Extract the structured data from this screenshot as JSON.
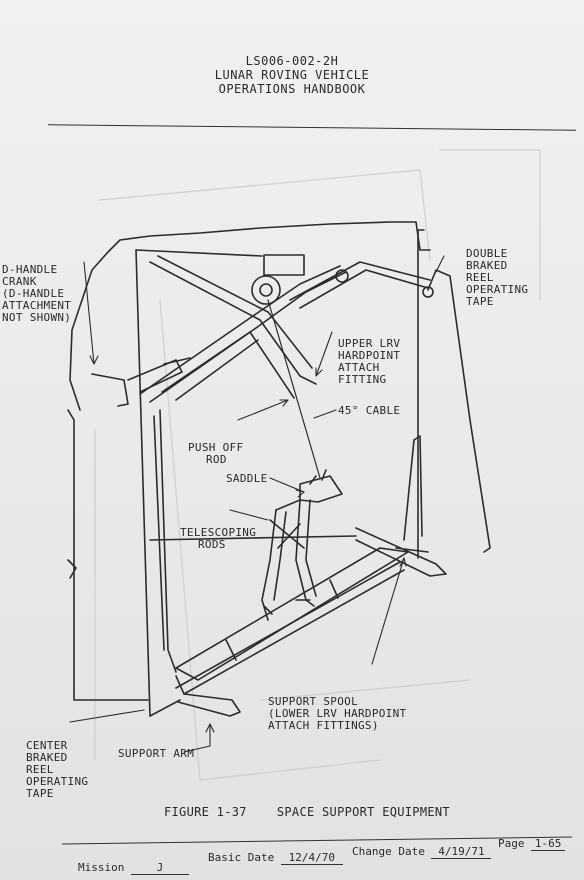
{
  "header": {
    "doc_number": "LS006-002-2H",
    "title_line1": "LUNAR ROVING VEHICLE",
    "title_line2": "OPERATIONS HANDBOOK"
  },
  "callouts": {
    "d_handle": [
      "D-HANDLE",
      "CRANK",
      "(D-HANDLE",
      "ATTACHMENT",
      "NOT SHOWN)"
    ],
    "double_tape": [
      "DOUBLE",
      "BRAKED",
      "REEL",
      "OPERATING",
      "TAPE"
    ],
    "upper_hardpoint": [
      "UPPER LRV",
      "HARDPOINT",
      "ATTACH",
      "FITTING"
    ],
    "push_off_rod": [
      "PUSH OFF",
      "ROD"
    ],
    "cable": "45° CABLE",
    "saddle": "SADDLE",
    "telescoping": [
      "TELESCOPING",
      "RODS"
    ],
    "support_spool": [
      "SUPPORT SPOOL",
      "(LOWER LRV HARDPOINT",
      "ATTACH FITTINGS)"
    ],
    "center_tape": [
      "CENTER",
      "BRAKED",
      "REEL",
      "OPERATING",
      "TAPE"
    ],
    "support_arm": "SUPPORT ARM"
  },
  "figure_caption": "FIGURE 1-37    SPACE SUPPORT EQUIPMENT",
  "footer": {
    "mission_label": "Mission",
    "mission_value": "J",
    "basic_date_label": "Basic Date",
    "basic_date_value": "12/4/70",
    "change_date_label": "Change Date",
    "change_date_value": "4/19/71",
    "page_label": "Page",
    "page_value": "1-65"
  }
}
